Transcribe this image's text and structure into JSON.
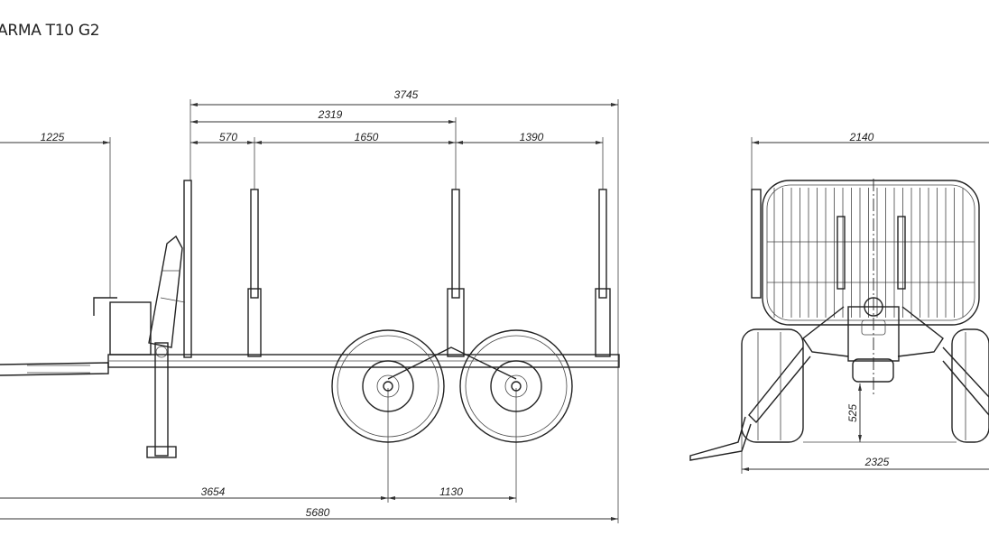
{
  "title": "ARMA T10 G2",
  "side_view": {
    "dims": {
      "overall_load_length": "3745",
      "front_to_middle_stake": "2319",
      "front_to_first_stake": "570",
      "first_to_middle_stake": "1650",
      "middle_to_rear_stake": "1390",
      "drawbar": "1225",
      "hitch_to_axle": "3654",
      "axle_spacing": "1130",
      "total_length": "5680"
    }
  },
  "rear_view": {
    "dims": {
      "bunk_width": "2140",
      "ground_clearance": "525",
      "overall_width": "2325"
    }
  }
}
